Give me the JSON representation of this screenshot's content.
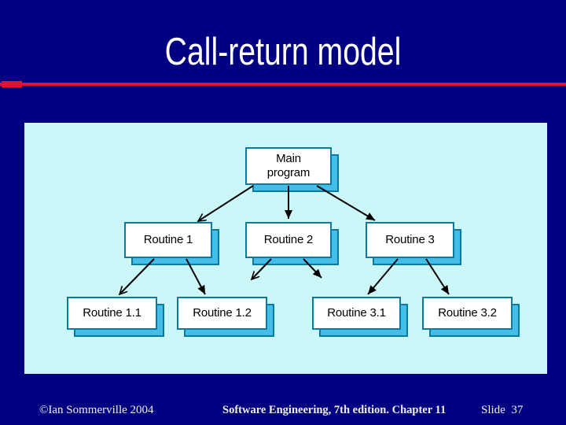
{
  "title": "Call-return model",
  "colors": {
    "background": "#000080",
    "accent_rule": "#e8112d",
    "panel_background": "#ccf7f9",
    "box_fill": "#ffffff",
    "box_border": "#0a7a9e",
    "box_shadow": "#45bde9",
    "title_text": "#ffffff",
    "footer_text": "#efefec",
    "arrow": "#000000"
  },
  "diagram": {
    "nodes": [
      {
        "id": "main",
        "label": "Main\nprogram"
      },
      {
        "id": "r1",
        "label": "Routine 1"
      },
      {
        "id": "r2",
        "label": "Routine 2"
      },
      {
        "id": "r3",
        "label": "Routine 3"
      },
      {
        "id": "r11",
        "label": "Routine 1.1"
      },
      {
        "id": "r12",
        "label": "Routine 1.2"
      },
      {
        "id": "r31",
        "label": "Routine 3.1"
      },
      {
        "id": "r32",
        "label": "Routine 3.2"
      }
    ],
    "edges": [
      {
        "from": "Main program",
        "to": "Routine 1"
      },
      {
        "from": "Main program",
        "to": "Routine 2"
      },
      {
        "from": "Main program",
        "to": "Routine 3"
      },
      {
        "from": "Routine 1",
        "to": "Routine 1.1"
      },
      {
        "from": "Routine 1",
        "to": "Routine 1.2"
      },
      {
        "from": "Routine 2",
        "to": ""
      },
      {
        "from": "Routine 2",
        "to": ""
      },
      {
        "from": "Routine 3",
        "to": "Routine 3.1"
      },
      {
        "from": "Routine 3",
        "to": "Routine 3.2"
      }
    ]
  },
  "footer": {
    "left": "©Ian Sommerville 2004",
    "center": "Software Engineering, 7th edition. Chapter 11",
    "right": "Slide  37"
  }
}
